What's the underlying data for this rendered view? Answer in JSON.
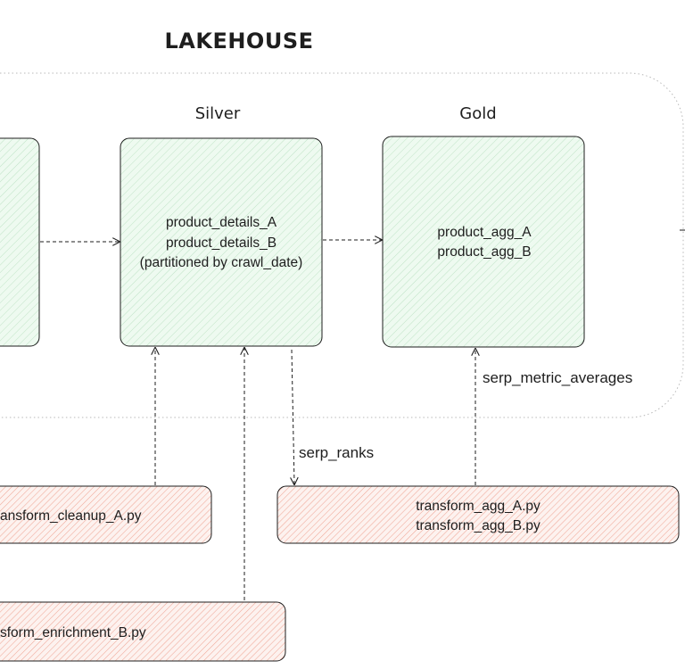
{
  "title": "LAKEHOUSE",
  "layers": {
    "silver": "Silver",
    "gold": "Gold"
  },
  "silver_box": {
    "lines": [
      "product_details_A",
      "product_details_B",
      "(partitioned by crawl_date)"
    ]
  },
  "gold_box": {
    "lines": [
      "product_agg_A",
      "product_agg_B"
    ]
  },
  "scripts": {
    "cleanup": "ansform_cleanup_A.py",
    "enrichment": "sform_enrichment_B.py",
    "agg": [
      "transform_agg_A.py",
      "transform_agg_B.py"
    ]
  },
  "edge_labels": {
    "serp_ranks": "serp_ranks",
    "serp_metric_averages": "serp_metric_averages"
  },
  "colors": {
    "storage_fill": "#eefaf0",
    "storage_hatch": "#bfe3c6",
    "script_fill": "#fdf2ef",
    "script_hatch": "#f0a898",
    "stroke": "#1e1e1e",
    "lake_border": "#b8b8b8"
  }
}
